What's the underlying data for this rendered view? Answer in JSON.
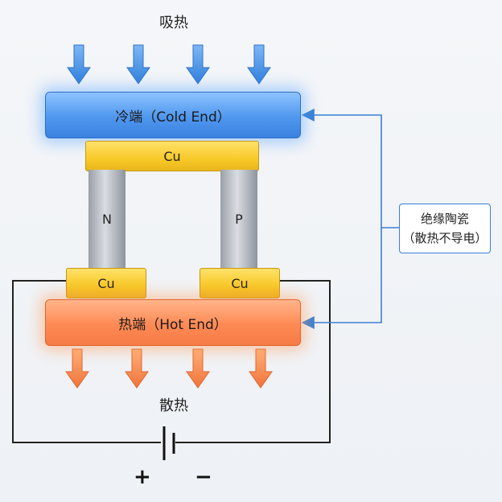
{
  "labels": {
    "top_heat": "吸热",
    "bottom_heat": "散热",
    "cold_plate": "冷端（Cold End）",
    "hot_plate": "热端（Hot End）",
    "cu_top": "Cu",
    "cu_left": "Cu",
    "cu_right": "Cu",
    "leg_n": "N",
    "leg_p": "P",
    "callout_line1": "绝缘陶瓷",
    "callout_line2": "（散热不导电）",
    "plus": "+",
    "minus": "−"
  },
  "colors": {
    "cold_arrow": "#3f8ee8",
    "hot_arrow": "#f08040",
    "callout": "#3a7fd4",
    "wire": "#222222"
  }
}
